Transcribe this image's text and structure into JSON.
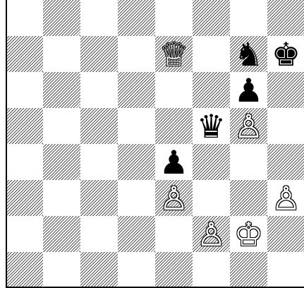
{
  "board": {
    "ranks": [
      [
        "",
        "",
        "",
        "",
        "",
        "",
        "",
        ""
      ],
      [
        "",
        "",
        "",
        "",
        "wQ",
        "",
        "bN",
        "bK"
      ],
      [
        "",
        "",
        "",
        "",
        "",
        "",
        "bP",
        ""
      ],
      [
        "",
        "",
        "",
        "",
        "",
        "bQ",
        "wP",
        ""
      ],
      [
        "",
        "",
        "",
        "",
        "bP",
        "",
        "",
        ""
      ],
      [
        "",
        "",
        "",
        "",
        "wP",
        "",
        "",
        "wP"
      ],
      [
        "",
        "",
        "",
        "",
        "",
        "wP",
        "wK",
        ""
      ],
      [
        "",
        "",
        "",
        "",
        "",
        "",
        "",
        ""
      ]
    ],
    "glyphs": {
      "wK": "♔",
      "wQ": "♕",
      "wR": "♖",
      "wB": "♗",
      "wN": "♘",
      "wP": "♙",
      "bK": "♚",
      "bQ": "♛",
      "bR": "♜",
      "bB": "♝",
      "bN": "♞",
      "bP": "♟"
    },
    "piece_names": {
      "wK": "white-king",
      "wQ": "white-queen",
      "wR": "white-rook",
      "wB": "white-bishop",
      "wN": "white-knight",
      "wP": "white-pawn",
      "bK": "black-king",
      "bQ": "black-queen",
      "bR": "black-rook",
      "bB": "black-bishop",
      "bN": "black-knight",
      "bP": "black-pawn"
    },
    "colors": {
      "light_square": "#ffffff",
      "dark_square_hatch": "#555555",
      "white_piece_fill": "#ffffff",
      "piece_outline": "#000000",
      "black_piece_fill": "#000000"
    }
  }
}
